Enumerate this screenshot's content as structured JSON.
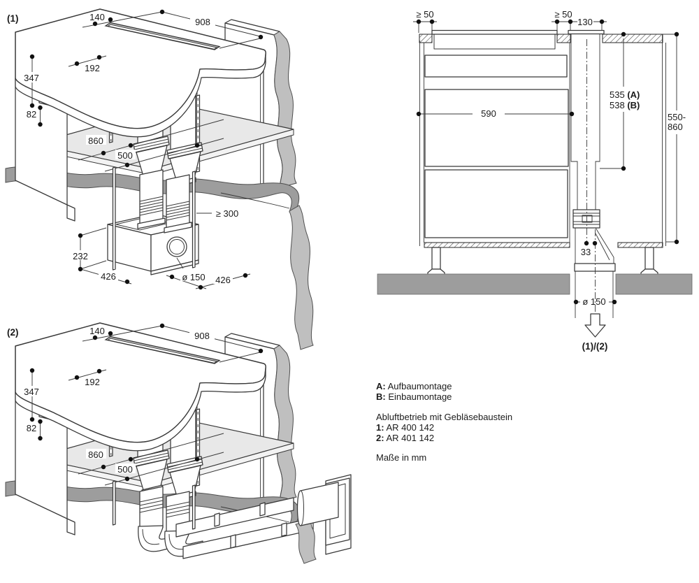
{
  "colors": {
    "line": "#383838",
    "text": "#1a1a1a",
    "floor_gray": "#9d9d9d",
    "wall_cut_gray": "#bfbfbf",
    "interior_floor_gray": "#e8e8e8",
    "background": "#ffffff"
  },
  "fig1": {
    "tag": "(1)",
    "dims": {
      "top_offset": "140",
      "slot_length": "908",
      "box_width": "192",
      "box_height": "347",
      "box_bottom_gap": "82",
      "floor_depth": "860",
      "floor_width": "500",
      "clearance_below": "≥ 300",
      "blower_height": "232",
      "blower_depth": "426",
      "outlet_dia": "ø 150",
      "blower_width": "426"
    }
  },
  "fig2": {
    "tag": "(2)",
    "dims": {
      "top_offset": "140",
      "slot_length": "908",
      "box_width": "192",
      "box_height": "347",
      "box_bottom_gap": "82",
      "floor_depth": "860",
      "floor_width": "500"
    }
  },
  "section": {
    "dims": {
      "gap_left": "≥ 50",
      "gap_right": "≥ 50",
      "duct_width": "130",
      "interior_width": "590",
      "depth_a_num": "535",
      "depth_a_tag": "(A)",
      "depth_b_num": "538",
      "depth_b_tag": "(B)",
      "height_range_1": "550-",
      "height_range_2": "860",
      "center_offset": "33",
      "outlet_dia": "ø 150",
      "variant_tag": "(1)/(2)"
    }
  },
  "notes": {
    "a_key": "A:",
    "a_text": "Aufbaumontage",
    "b_key": "B:",
    "b_text": "Einbaumontage",
    "mode_title": "Abluftbetrieb mit Gebläsebaustein",
    "item1_key": "1:",
    "item1_text": "AR 400 142",
    "item2_key": "2:",
    "item2_text": "AR 401 142",
    "units": "Maße in mm"
  }
}
